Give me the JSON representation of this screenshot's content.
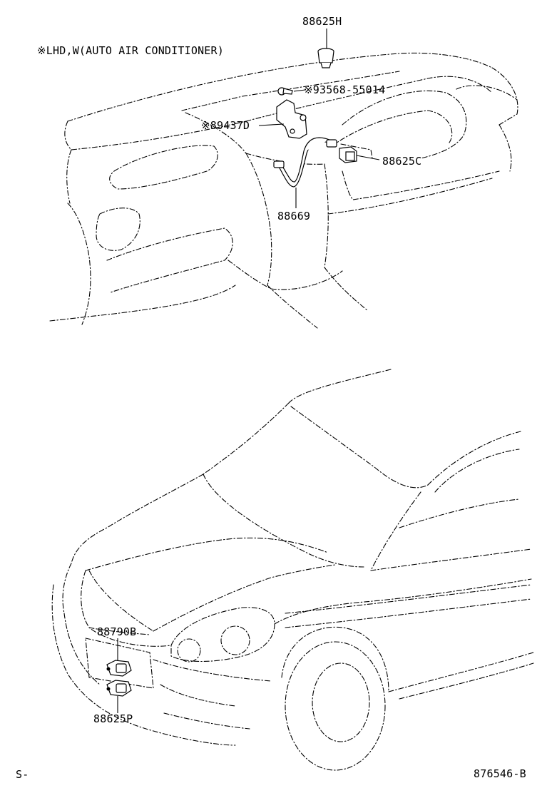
{
  "top_note": "※LHD,W(AUTO AIR CONDITIONER)",
  "callouts": {
    "p88625H": "88625H",
    "p93568": "※93568-55014",
    "p89437D": "※89437D",
    "p88625C": "88625C",
    "p88669": "88669",
    "p88790B": "88790B",
    "p88625P": "88625P"
  },
  "footer": {
    "left": "S-",
    "right": "876546-B"
  }
}
